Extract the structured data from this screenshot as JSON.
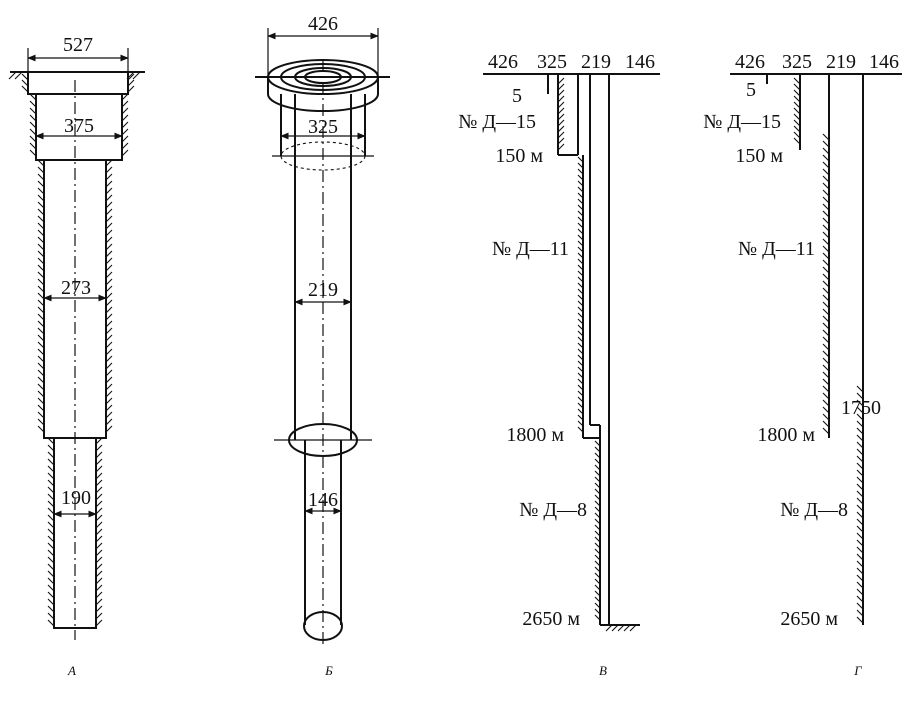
{
  "A": {
    "caption": "А",
    "d1": "527",
    "d2": "375",
    "d3": "273",
    "d4": "190"
  },
  "B": {
    "caption": "Б",
    "d1": "426",
    "d2": "325",
    "d3": "219",
    "d4": "146"
  },
  "V": {
    "caption": "В",
    "top": [
      "426",
      "325",
      "219",
      "146"
    ],
    "five": "5",
    "ptA": "№ Д—15",
    "depth1": "150 м",
    "ptB": "№ Д—11",
    "depth2": "1800 м",
    "ptC": "№ Д—8",
    "depth3": "2650 м"
  },
  "G": {
    "caption": "Г",
    "top": [
      "426",
      "325",
      "219",
      "146"
    ],
    "five": "5",
    "ptA": "№ Д—15",
    "depth1": "150 м",
    "ptB": "№ Д—11",
    "depth2": "1800 м",
    "depth_mid": "1750",
    "ptC": "№ Д—8",
    "depth3": "2650 м"
  }
}
